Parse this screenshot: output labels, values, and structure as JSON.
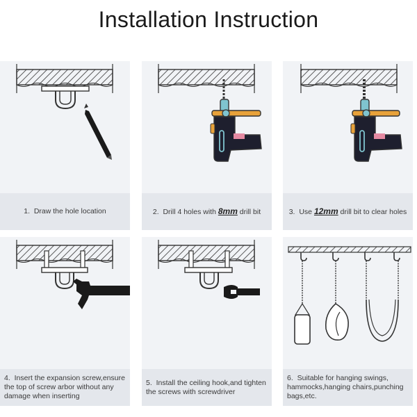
{
  "title": "Installation Instruction",
  "steps": [
    {
      "num": "1.",
      "text": "Draw the hole location"
    },
    {
      "num": "2.",
      "pre": "Drill 4 holes with",
      "em": "8mm",
      "post": "drill bit"
    },
    {
      "num": "3.",
      "pre": "Use",
      "em": "12mm",
      "post": "drill bit to clear holes"
    },
    {
      "num": "4.",
      "text": "Insert the expansion screw,ensure the top of screw arbor without any damage when inserting"
    },
    {
      "num": "5.",
      "text": "Install the ceiling hook,and tighten the screws with screwdriver"
    },
    {
      "num": "6.",
      "text": "Suitable for hanging swings, hammocks,hanging chairs,punching bags,etc."
    }
  ],
  "icons": [
    "ceiling-hook-icon",
    "pencil-icon",
    "drill-icon",
    "hammer-icon",
    "wrench-icon",
    "punching-bag-icon",
    "hanging-chair-icon",
    "swing-icon"
  ],
  "colors": {
    "card_bg": "#f1f3f6",
    "caption_bg": "#e4e7ec",
    "drill_body": "#1e1f2e",
    "drill_accent": "#e8a23a",
    "drill_chuck": "#7fc4cf",
    "drill_pink": "#e58aa2"
  }
}
